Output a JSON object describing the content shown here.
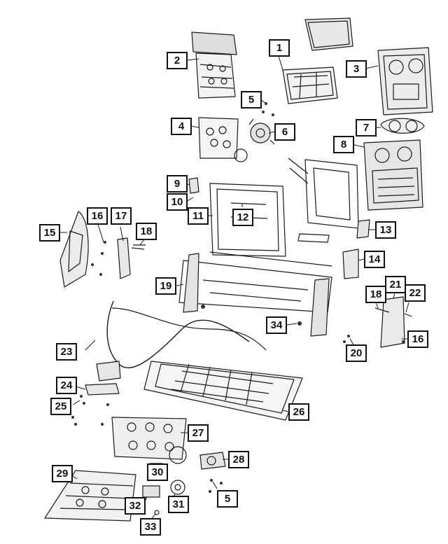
{
  "diagram": {
    "callouts": [
      {
        "id": "c1",
        "label": "1"
      },
      {
        "id": "c2",
        "label": "2"
      },
      {
        "id": "c3",
        "label": "3"
      },
      {
        "id": "c4",
        "label": "4"
      },
      {
        "id": "c5a",
        "label": "5"
      },
      {
        "id": "c6",
        "label": "6"
      },
      {
        "id": "c7",
        "label": "7"
      },
      {
        "id": "c8",
        "label": "8"
      },
      {
        "id": "c9",
        "label": "9"
      },
      {
        "id": "c10",
        "label": "10"
      },
      {
        "id": "c11",
        "label": "11"
      },
      {
        "id": "c12",
        "label": "12"
      },
      {
        "id": "c13",
        "label": "13"
      },
      {
        "id": "c14",
        "label": "14"
      },
      {
        "id": "c15",
        "label": "15"
      },
      {
        "id": "c16a",
        "label": "16"
      },
      {
        "id": "c17",
        "label": "17"
      },
      {
        "id": "c18a",
        "label": "18"
      },
      {
        "id": "c18b",
        "label": "18"
      },
      {
        "id": "c19",
        "label": "19"
      },
      {
        "id": "c20",
        "label": "20"
      },
      {
        "id": "c21",
        "label": "21"
      },
      {
        "id": "c22",
        "label": "22"
      },
      {
        "id": "c16b",
        "label": "16"
      },
      {
        "id": "c23",
        "label": "23"
      },
      {
        "id": "c24",
        "label": "24"
      },
      {
        "id": "c25",
        "label": "25"
      },
      {
        "id": "c26",
        "label": "26"
      },
      {
        "id": "c27",
        "label": "27"
      },
      {
        "id": "c28",
        "label": "28"
      },
      {
        "id": "c29",
        "label": "29"
      },
      {
        "id": "c30",
        "label": "30"
      },
      {
        "id": "c31",
        "label": "31"
      },
      {
        "id": "c32",
        "label": "32"
      },
      {
        "id": "c33",
        "label": "33"
      },
      {
        "id": "c34",
        "label": "34"
      },
      {
        "id": "c5b",
        "label": "5"
      }
    ]
  }
}
